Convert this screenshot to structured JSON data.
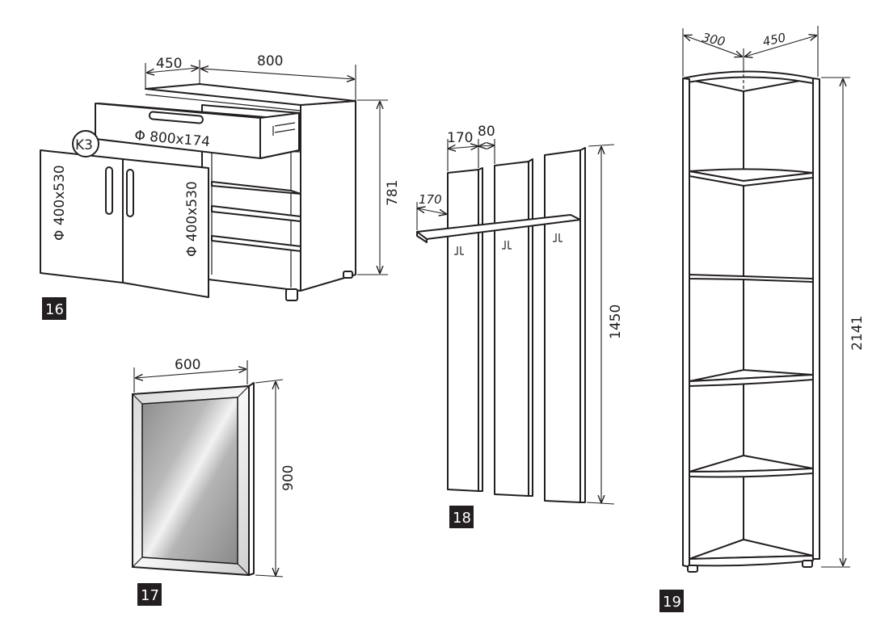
{
  "items": [
    {
      "badge": "16",
      "dimensions": {
        "depth": "450",
        "width": "800",
        "height": "781"
      },
      "drawer_label": "Φ 800x174",
      "door_left_label": "Φ 400x530",
      "door_right_label": "Φ 400x530",
      "callout": "K3"
    },
    {
      "badge": "17",
      "dimensions": {
        "width": "600",
        "height": "900"
      }
    },
    {
      "badge": "18",
      "dimensions": {
        "panel_width": "170",
        "gap": "80",
        "shelf_depth": "170",
        "height": "1450"
      }
    },
    {
      "badge": "19",
      "dimensions": {
        "side_a": "300",
        "side_b": "450",
        "height": "2141"
      }
    }
  ],
  "colors": {
    "line": "#231f20",
    "badge_bg": "#231f20",
    "badge_text": "#ffffff",
    "background": "#ffffff"
  }
}
